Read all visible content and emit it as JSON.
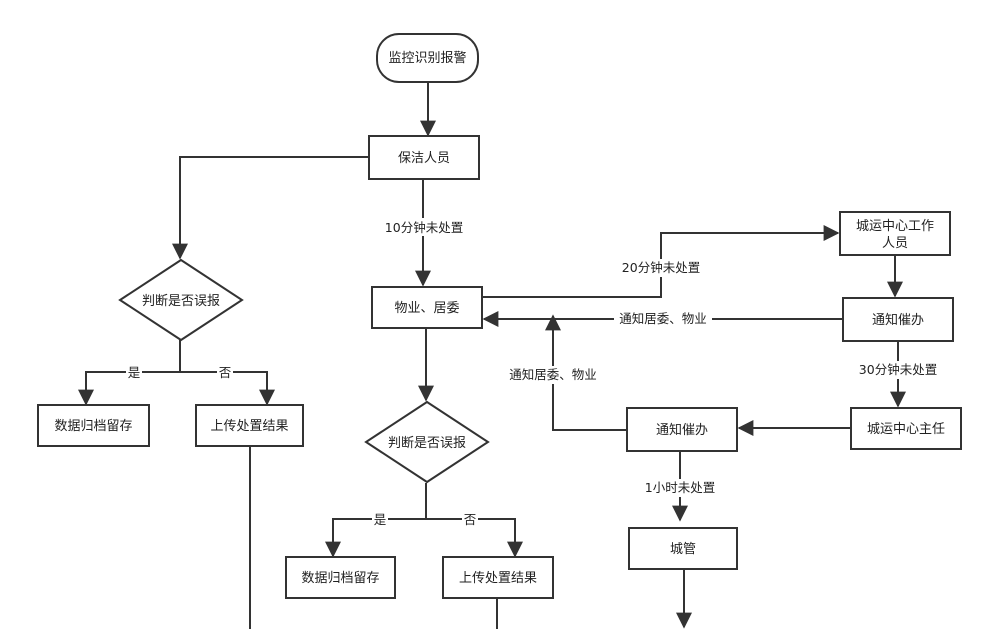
{
  "nodes": {
    "start": "监控识别报警",
    "cleaner": "保洁人员",
    "decision_left": "判断是否误报",
    "archive_left": "数据归档留存",
    "upload_left": "上传处置结果",
    "property": "物业、居委",
    "decision_mid": "判断是否误报",
    "archive_mid": "数据归档留存",
    "upload_mid": "上传处置结果",
    "ops_staff_line1": "城运中心工作",
    "ops_staff_line2": "人员",
    "notify_urge_right": "通知催办",
    "ops_director": "城运中心主任",
    "notify_urge_mid": "通知催办",
    "city_mgmt": "城管"
  },
  "edge_labels": {
    "ten_min": "10分钟未处置",
    "twenty_min": "20分钟未处置",
    "notify_property_1": "通知居委、物业",
    "notify_property_2": "通知居委、物业",
    "thirty_min": "30分钟未处置",
    "one_hour": "1小时未处置",
    "yes_left": "是",
    "no_left": "否",
    "yes_mid": "是",
    "no_mid": "否"
  }
}
